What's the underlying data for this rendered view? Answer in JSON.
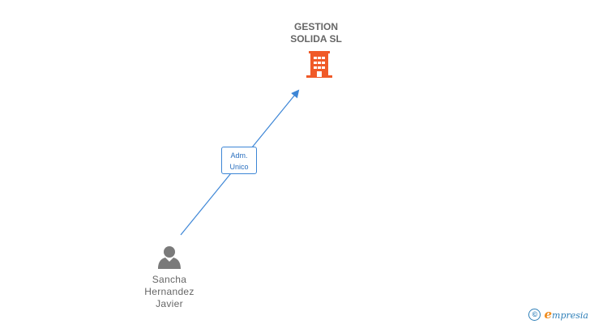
{
  "company": {
    "name": "GESTION\nSOLIDA SL",
    "icon": "building-icon",
    "color": "#f05a28"
  },
  "person": {
    "name": "Sancha\nHernandez\nJavier",
    "icon": "person-icon",
    "color": "#7a7a7a"
  },
  "relation": {
    "label": "Adm.\nUnico",
    "color": "#3d86d6"
  },
  "watermark": {
    "symbol": "©",
    "brand_initial": "e",
    "brand_rest": "mpresia"
  }
}
